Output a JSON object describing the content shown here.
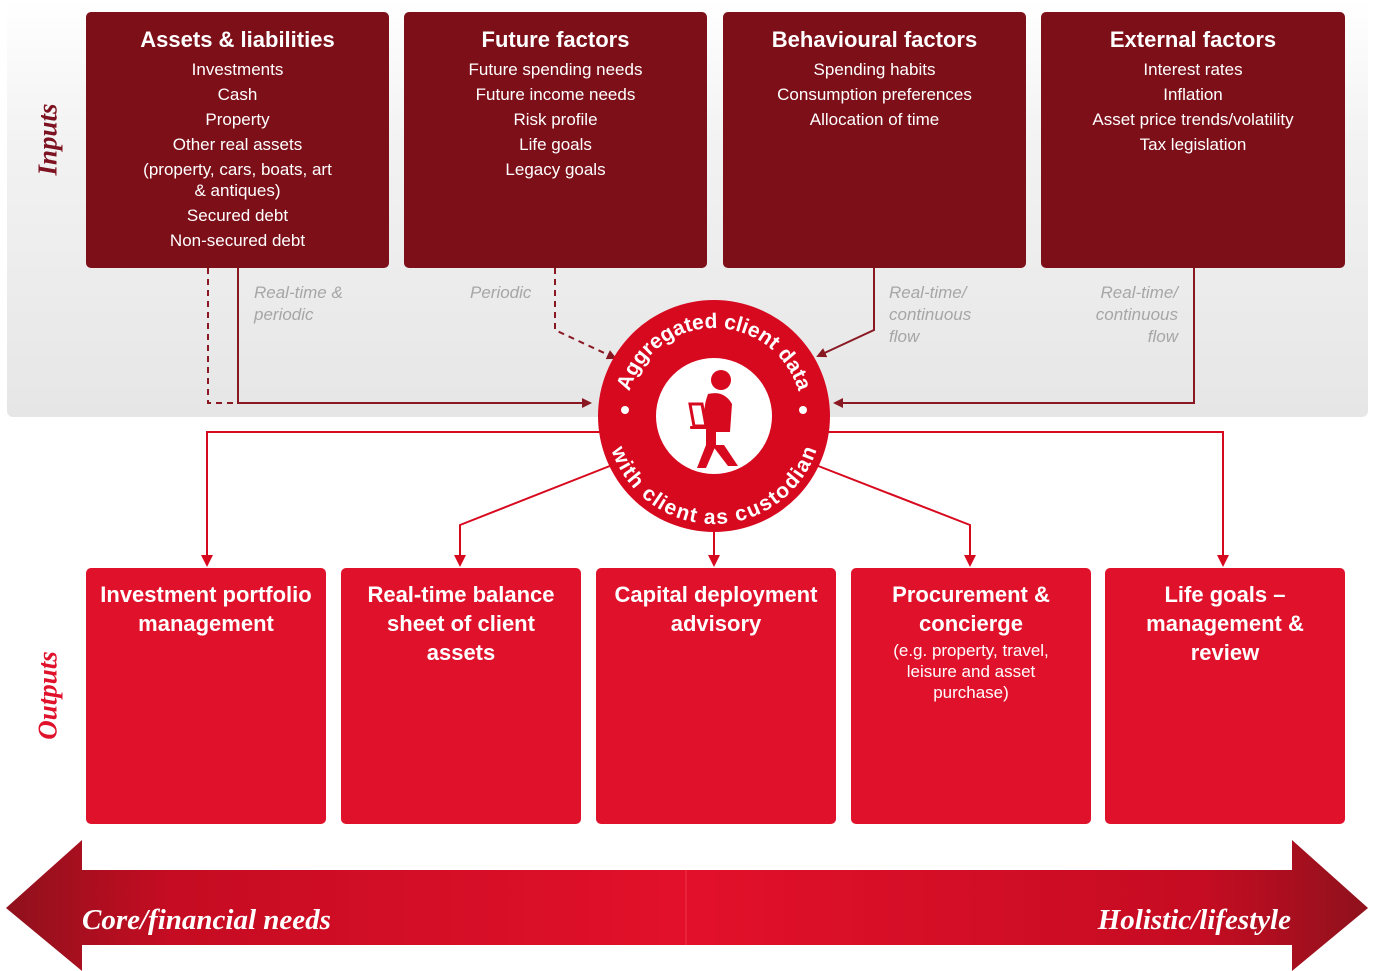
{
  "inputs_label": "Inputs",
  "outputs_label": "Outputs",
  "inputs": [
    {
      "title": "Assets & liabilities",
      "items": [
        "Investments",
        "Cash",
        "Property",
        "Other real assets",
        "(property, cars, boats, art & antiques)",
        "Secured debt",
        "Non-secured debt"
      ]
    },
    {
      "title": "Future factors",
      "items": [
        "Future spending needs",
        "Future income needs",
        "Risk profile",
        "Life goals",
        "Legacy goals"
      ]
    },
    {
      "title": "Behavioural factors",
      "items": [
        "Spending habits",
        "Consumption preferences",
        "Allocation of time"
      ]
    },
    {
      "title": "External factors",
      "items": [
        "Interest rates",
        "Inflation",
        "Asset price trends/volatility",
        "Tax legislation"
      ]
    }
  ],
  "frequencies": {
    "assets": "Real-time & periodic",
    "future": "Periodic",
    "behavioural": "Real-time/ continuous flow",
    "external": "Real-time/ continuous flow"
  },
  "hub": {
    "top_text": "Aggregated client data",
    "bottom_text": "with client as custodian",
    "icon": "person-at-laptop-icon"
  },
  "outputs": [
    {
      "title": "Investment portfolio management",
      "subtitle": ""
    },
    {
      "title": "Real-time balance sheet of client assets",
      "subtitle": ""
    },
    {
      "title": "Capital deployment advisory",
      "subtitle": ""
    },
    {
      "title": "Procurement & concierge",
      "subtitle": "(e.g. property, travel, leisure and asset purchase)"
    },
    {
      "title": "Life goals – management & review",
      "subtitle": ""
    }
  ],
  "spectrum": {
    "left": "Core/financial needs",
    "right": "Holistic/lifestyle"
  },
  "colors": {
    "input_box": "#7d0f19",
    "output_box": "#e0112b",
    "hub": "#d7091f",
    "connector_inputs": "#8a1822",
    "connector_outputs": "#d7091f",
    "frequency_text": "#a6a6a6"
  }
}
